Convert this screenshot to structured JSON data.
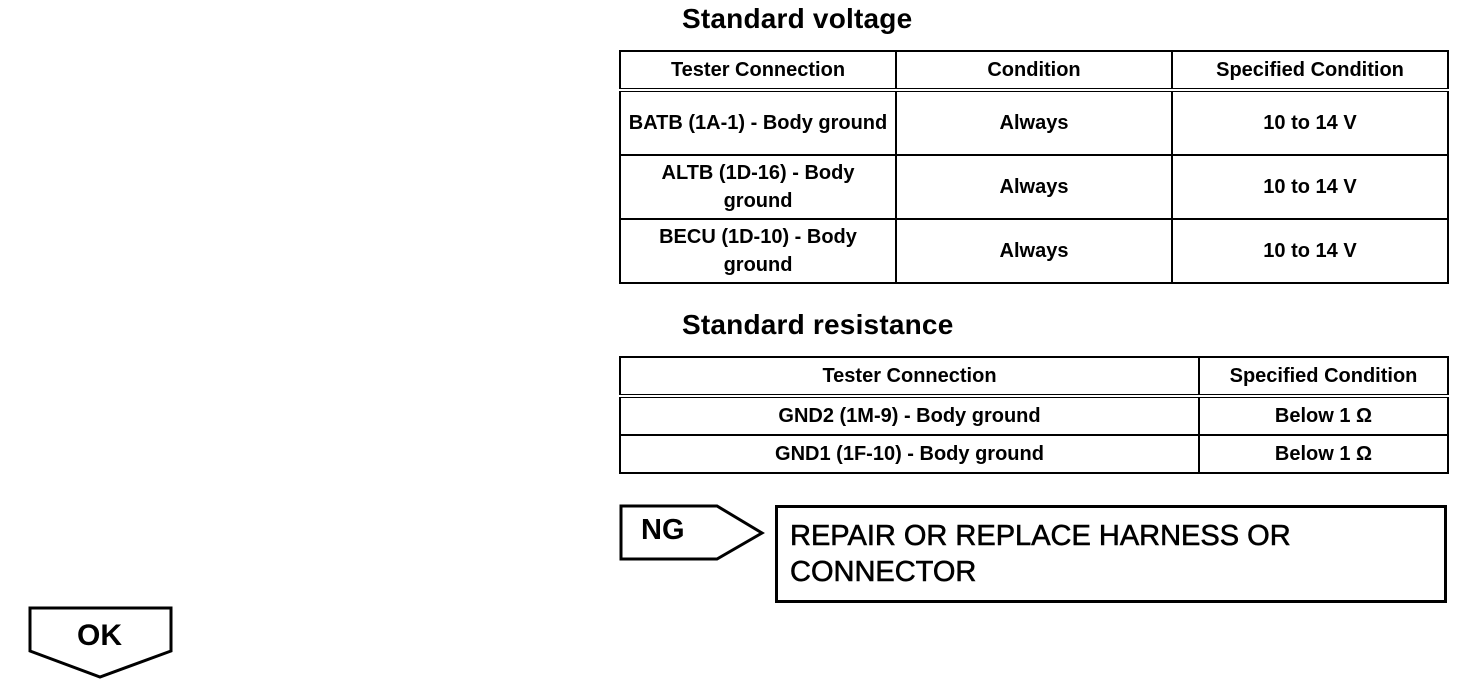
{
  "voltage": {
    "heading": "Standard voltage",
    "columns": [
      "Tester Connection",
      "Condition",
      "Specified Condition"
    ],
    "rows": [
      {
        "connection": "BATB (1A-1) - Body ground",
        "condition": "Always",
        "specified": "10 to 14 V"
      },
      {
        "connection": "ALTB (1D-16) - Body ground",
        "condition": "Always",
        "specified": "10 to 14 V"
      },
      {
        "connection": "BECU (1D-10) - Body ground",
        "condition": "Always",
        "specified": "10 to 14 V"
      }
    ]
  },
  "resistance": {
    "heading": "Standard resistance",
    "columns": [
      "Tester Connection",
      "Specified Condition"
    ],
    "rows": [
      {
        "connection": "GND2 (1M-9) - Body ground",
        "specified": "Below 1 Ω"
      },
      {
        "connection": "GND1 (1F-10) - Body ground",
        "specified": "Below 1 Ω"
      }
    ]
  },
  "ng": {
    "label": "NG",
    "result_line1": "REPAIR OR REPLACE HARNESS OR",
    "result_line2": "CONNECTOR"
  },
  "ok": {
    "label": "OK"
  }
}
